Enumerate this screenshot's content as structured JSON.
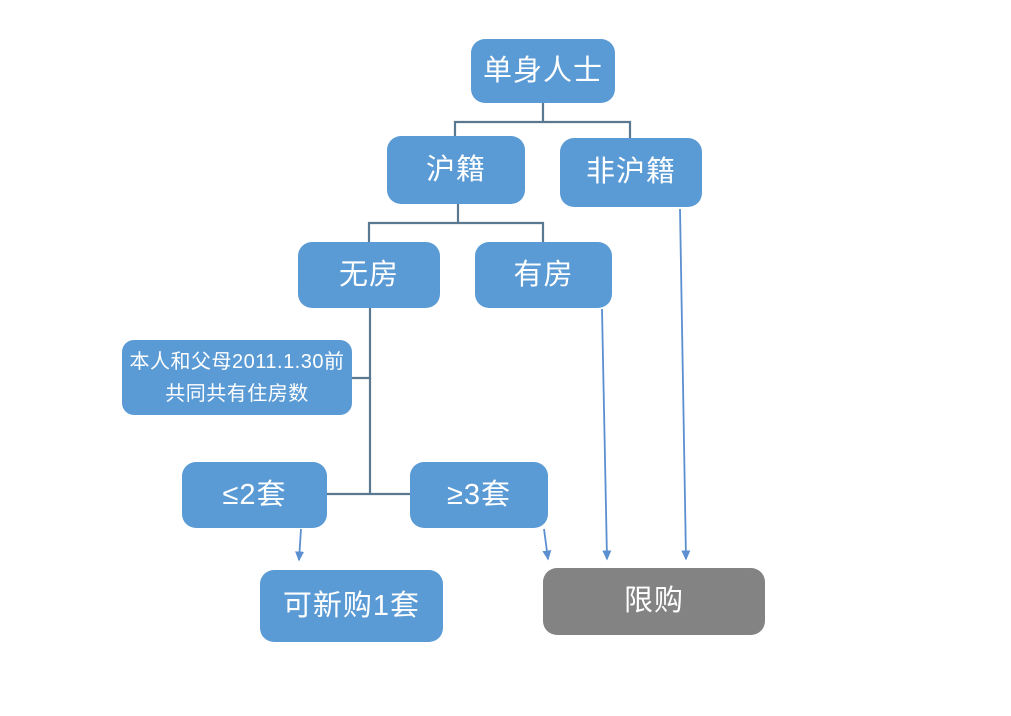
{
  "diagram": {
    "background": "#ffffff",
    "colors": {
      "node_fill_blue": "#5b9bd5",
      "node_fill_gray": "#838383",
      "node_text": "#ffffff",
      "elbow_connector": "#5a7890",
      "arrow_connector": "#5b8fd0"
    },
    "nodes": {
      "single": {
        "label": "单身人士"
      },
      "sh_registered": {
        "label": "沪籍"
      },
      "non_sh_registered": {
        "label": "非沪籍"
      },
      "no_house": {
        "label": "无房"
      },
      "has_house": {
        "label": "有房"
      },
      "note": {
        "line1": "本人和父母2011.1.30前",
        "line2": "共同共有住房数"
      },
      "le_2_units": {
        "label": "≤2套"
      },
      "ge_3_units": {
        "label": "≥3套"
      },
      "can_buy_1": {
        "label": "可新购1套"
      },
      "restricted": {
        "label": "限购"
      }
    },
    "edges": [
      {
        "from": "单身人士",
        "to": "沪籍",
        "type": "elbow"
      },
      {
        "from": "单身人士",
        "to": "非沪籍",
        "type": "elbow"
      },
      {
        "from": "沪籍",
        "to": "无房",
        "type": "elbow"
      },
      {
        "from": "沪籍",
        "to": "有房",
        "type": "elbow"
      },
      {
        "from": "无房",
        "to": "≤2套",
        "type": "elbow"
      },
      {
        "from": "无房",
        "to": "≥3套",
        "type": "elbow"
      },
      {
        "from": "本人和父母2011.1.30前共同共有住房数",
        "to": "无房分支线",
        "type": "label-attach"
      },
      {
        "from": "≤2套",
        "to": "可新购1套",
        "type": "arrow"
      },
      {
        "from": "≥3套",
        "to": "限购",
        "type": "arrow"
      },
      {
        "from": "有房",
        "to": "限购",
        "type": "arrow"
      },
      {
        "from": "非沪籍",
        "to": "限购",
        "type": "arrow"
      }
    ]
  }
}
